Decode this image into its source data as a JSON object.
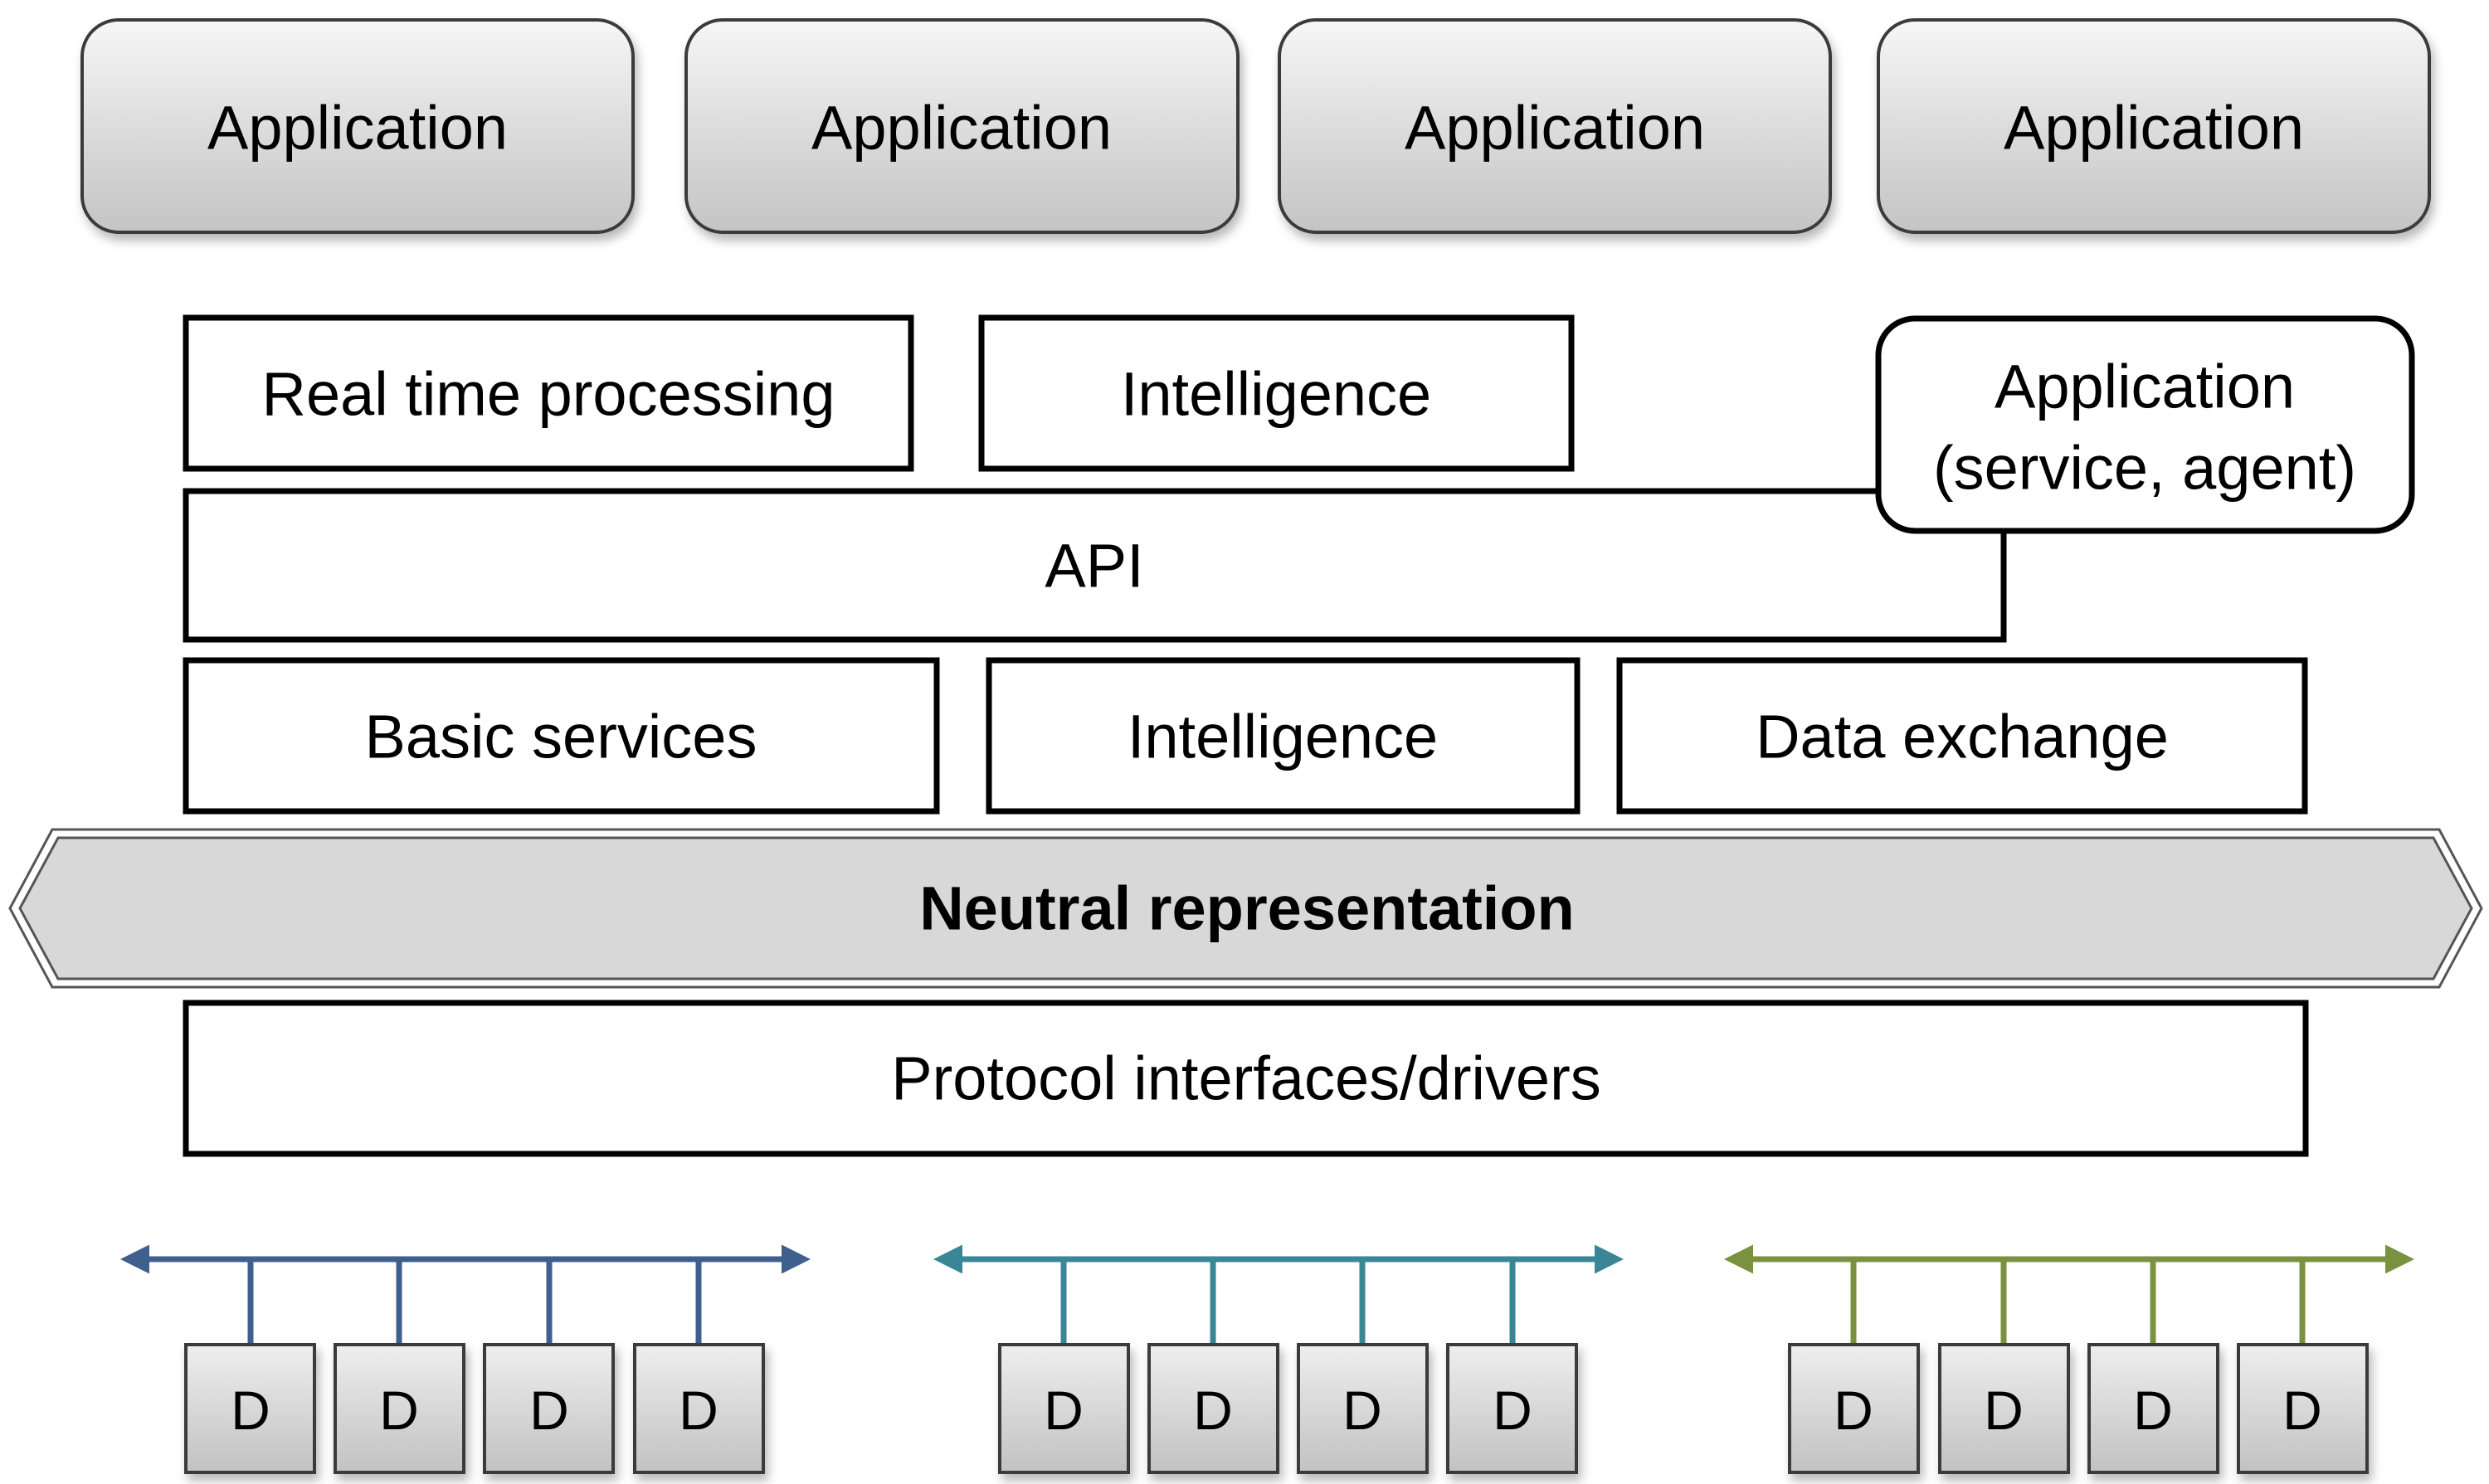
{
  "applications": [
    {
      "label": "Application"
    },
    {
      "label": "Application"
    },
    {
      "label": "Application"
    },
    {
      "label": "Application"
    }
  ],
  "upper_row": {
    "real_time": "Real time processing",
    "intelligence": "Intelligence",
    "app_service_line1": "Application",
    "app_service_line2": "(service, agent)"
  },
  "api": "API",
  "services_row": {
    "basic_services": "Basic services",
    "intelligence": "Intelligence",
    "data_exchange": "Data exchange"
  },
  "neutral_representation": "Neutral representation",
  "protocol_interfaces": "Protocol interfaces/drivers",
  "buses": [
    {
      "color": "#3f5f8f",
      "devices": [
        "D",
        "D",
        "D",
        "D"
      ]
    },
    {
      "color": "#3a8696",
      "devices": [
        "D",
        "D",
        "D",
        "D"
      ]
    },
    {
      "color": "#7a923f",
      "devices": [
        "D",
        "D",
        "D",
        "D"
      ]
    }
  ],
  "colors": {
    "app_gradient_top": "#f6f6f6",
    "app_gradient_bottom": "#c4c4c4",
    "neutral_fill": "#d8d8d8",
    "device_gradient_top": "#eeeeee",
    "device_gradient_bottom": "#c2c2c2"
  }
}
